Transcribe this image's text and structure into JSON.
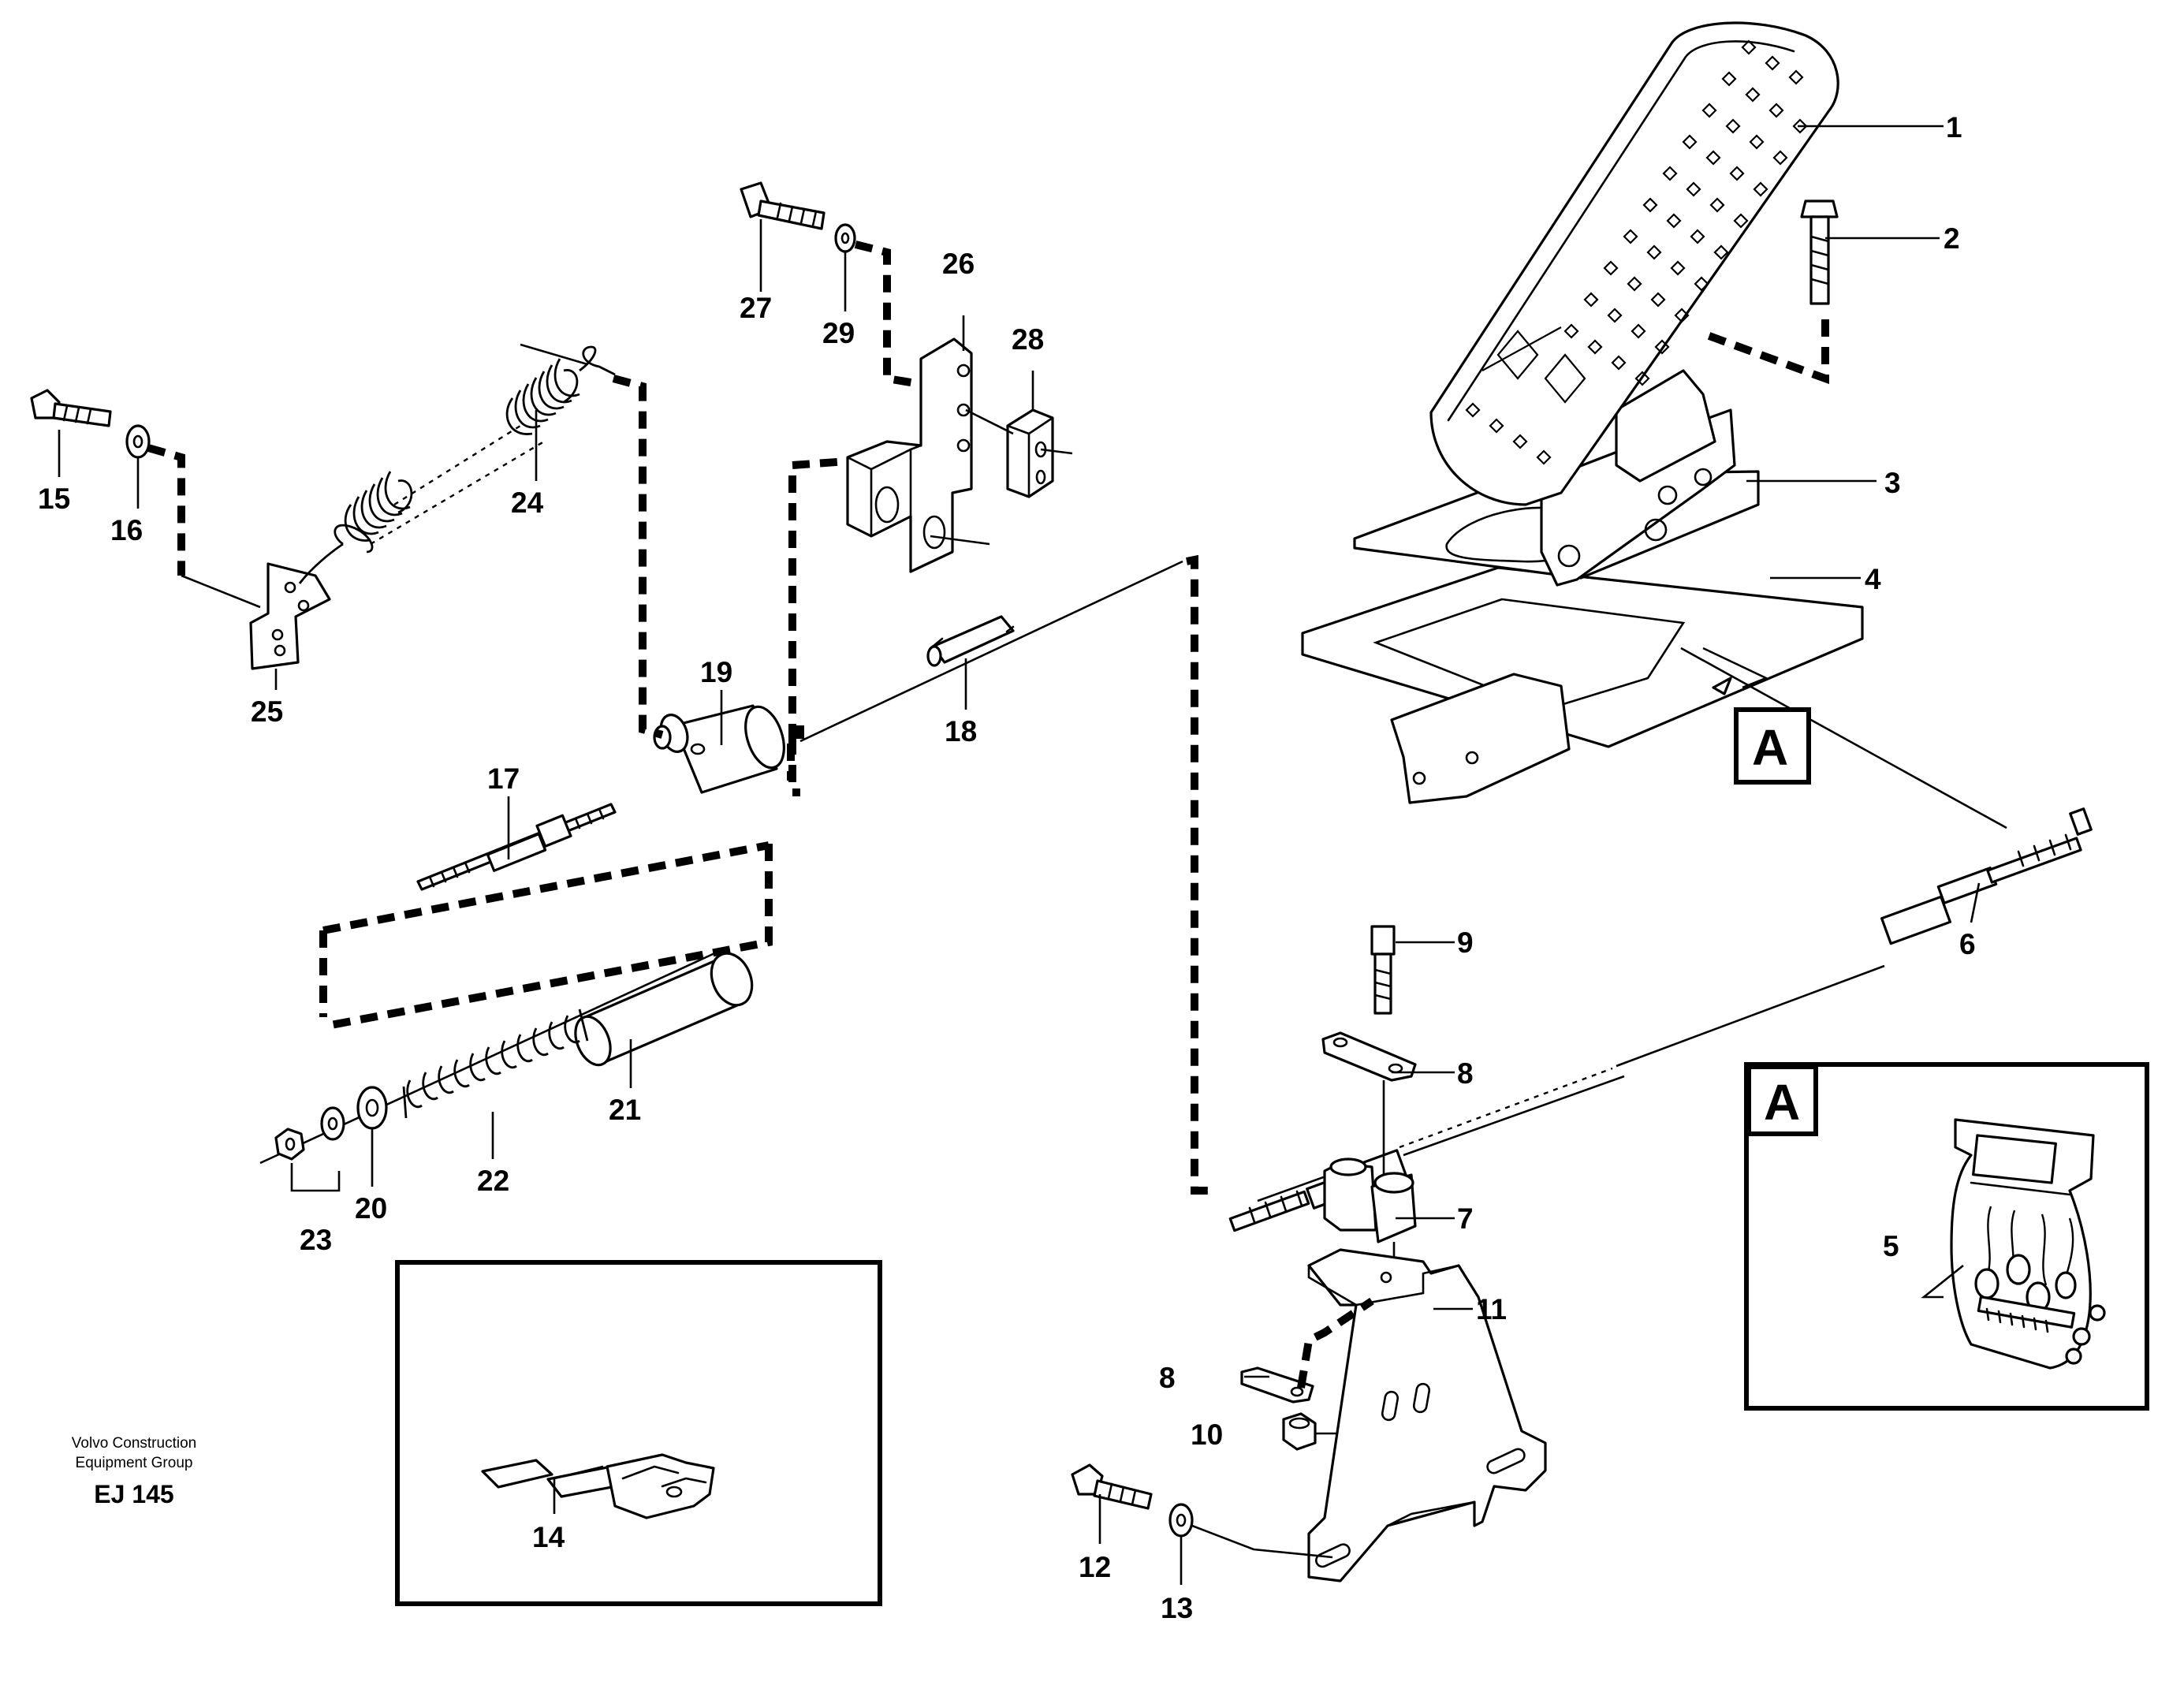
{
  "credit": {
    "line1": "Volvo Construction",
    "line2": "Equipment Group",
    "code": "EJ 145"
  },
  "section_label": "A",
  "inset_label": "A",
  "callouts": {
    "c1": "1",
    "c2": "2",
    "c3": "3",
    "c4": "4",
    "c5": "5",
    "c6": "6",
    "c7": "7",
    "c8a": "8",
    "c8b": "8",
    "c9": "9",
    "c10": "10",
    "c11": "11",
    "c12": "12",
    "c13": "13",
    "c14": "14",
    "c15": "15",
    "c16": "16",
    "c17": "17",
    "c18": "18",
    "c19": "19",
    "c20": "20",
    "c21": "21",
    "c22": "22",
    "c23": "23",
    "c24": "24",
    "c25": "25",
    "c26": "26",
    "c27": "27",
    "c28": "28",
    "c29": "29"
  }
}
